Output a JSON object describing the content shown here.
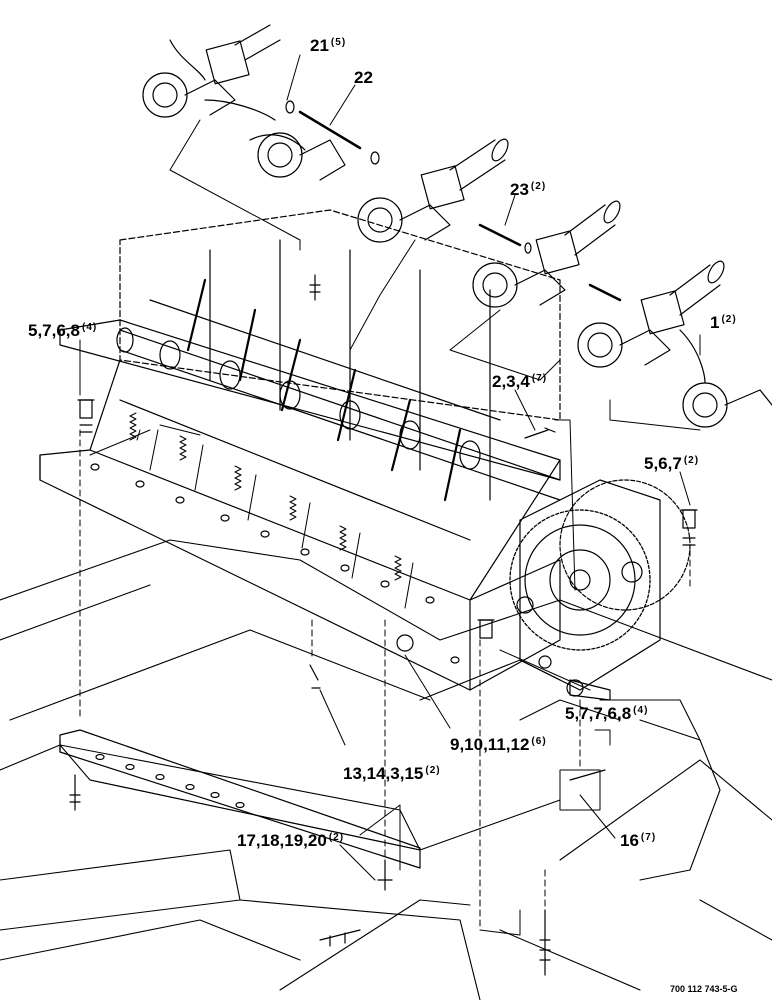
{
  "callouts": [
    {
      "id": "c21",
      "label": "21",
      "qty": "(5)"
    },
    {
      "id": "c22",
      "label": "22",
      "qty": ""
    },
    {
      "id": "c23",
      "label": "23",
      "qty": "(2)"
    },
    {
      "id": "c1",
      "label": "1",
      "qty": "(2)"
    },
    {
      "id": "c5768a",
      "label": "5,7,6,8",
      "qty": "(4)"
    },
    {
      "id": "c234",
      "label": "2,3,4",
      "qty": "(7)"
    },
    {
      "id": "c567",
      "label": "5,6,7",
      "qty": "(2)"
    },
    {
      "id": "c57768",
      "label": "5,7,7,6,8",
      "qty": "(4)"
    },
    {
      "id": "c9101112",
      "label": "9,10,11,12",
      "qty": "(6)"
    },
    {
      "id": "c1314315",
      "label": "13,14,3,15",
      "qty": "(2)"
    },
    {
      "id": "c17181920",
      "label": "17,18,19,20",
      "qty": "(2)"
    },
    {
      "id": "c16",
      "label": "16",
      "qty": "(7)"
    }
  ],
  "figure_number": "700 112 743-5-G"
}
